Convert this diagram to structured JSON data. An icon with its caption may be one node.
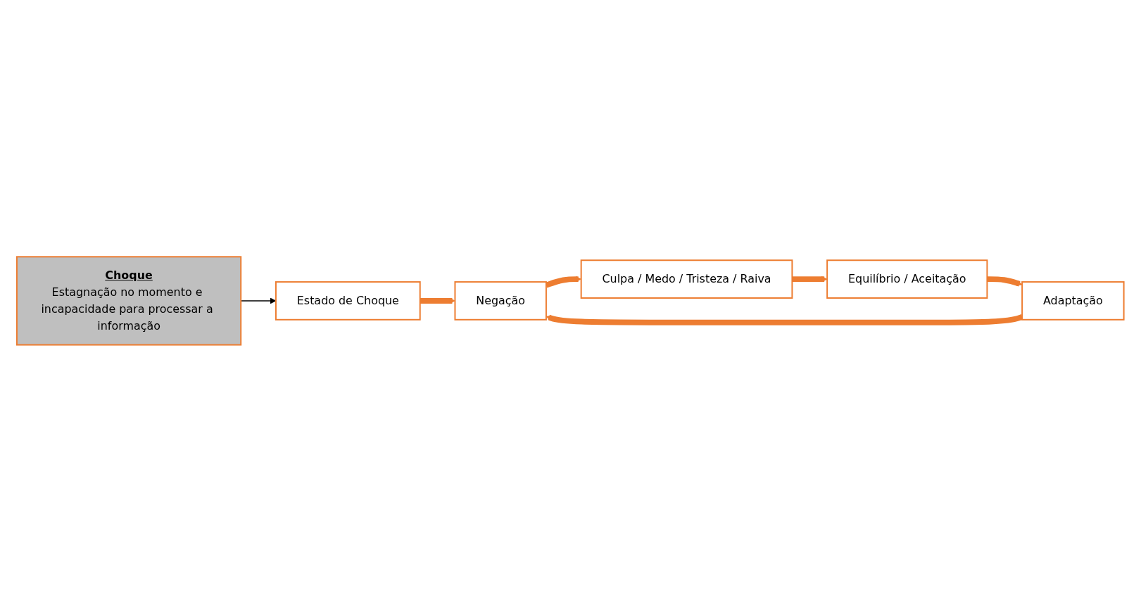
{
  "diagram": {
    "nodes": [
      {
        "text": [
          "Estado de Choque"
        ]
      },
      {
        "text": [
          "Negação"
        ]
      },
      {
        "text": [
          "Culpa / Medo / Tristeza / Raiva"
        ]
      },
      {
        "text": [
          "Equilíbrio / Aceitação"
        ]
      },
      {
        "text": [
          "Adaptação"
        ]
      },
      {
        "text": [
          "Choque",
          "Estagnação no momento e incapacidade para processar a informação"
        ]
      }
    ],
    "edges": [
      {
        "from": 0,
        "to": 1,
        "arrow": "to"
      },
      {
        "from": 1,
        "to": 2,
        "arrow": "to"
      },
      {
        "from": 2,
        "to": 3,
        "arrow": "to"
      },
      {
        "from": 3,
        "to": 4,
        "arrow": "to"
      },
      {
        "from": 4,
        "to": 1,
        "arrow": "to"
      },
      {
        "from": 5,
        "to": 0,
        "arrow": "to",
        "color": "#000000"
      }
    ]
  }
}
